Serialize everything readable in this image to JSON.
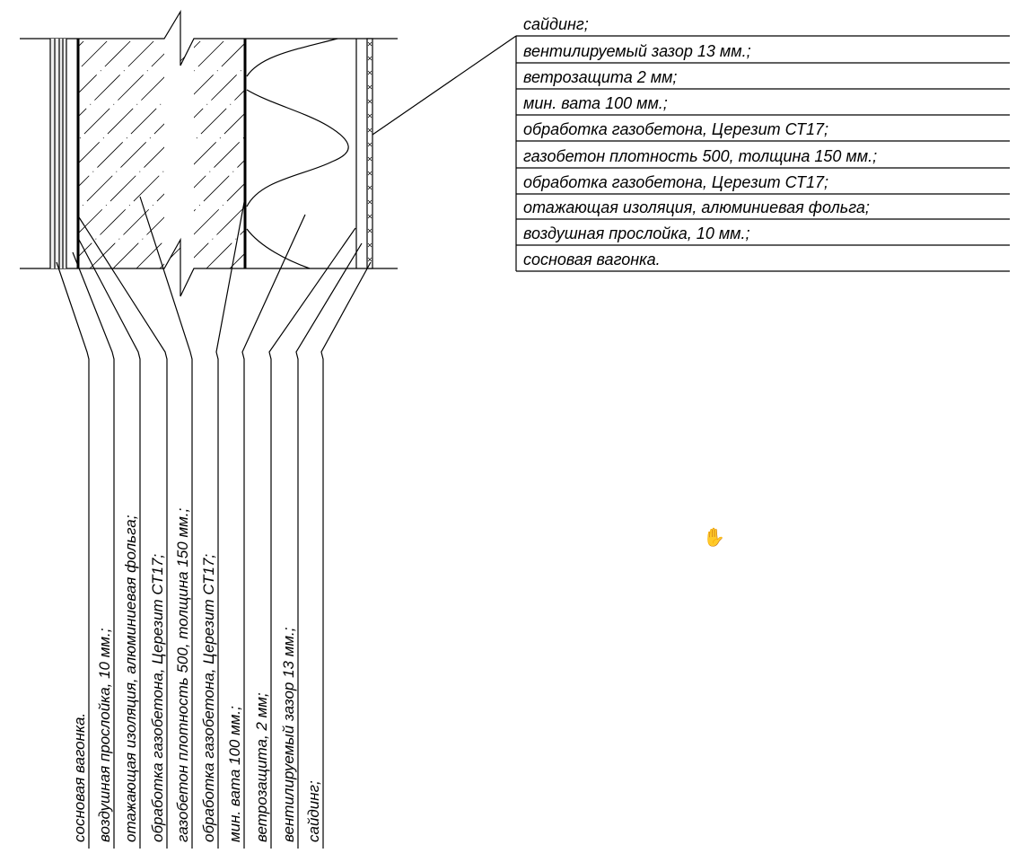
{
  "table_labels": [
    "сайдинг;",
    "вентилируемый зазор 13 мм.;",
    "ветрозащита 2 мм;",
    "мин. вата 100 мм.;",
    "обработка газобетона, Церезит СТ17;",
    "газобетон плотность 500, толщина 150 мм.;",
    "обработка газобетона, Церезит СТ17;",
    "отажающая изоляция, алюминиевая фольга;",
    "воздушная прослойка, 10 мм.;",
    "сосновая вагонка."
  ],
  "vertical_labels": [
    "сосновая вагонка.",
    "воздушная прослойка, 10 мм.;",
    "отажающая изоляция, алюминиевая фольга;",
    "обработка газобетона, Церезит СТ17;",
    "газобетон плотность 500, толщина 150 мм.;",
    "обработка газобетона, Церезит СТ17;",
    "мин. вата 100 мм.;",
    "ветрозащита, 2 мм;",
    "вентилируемый зазор 13 мм.;",
    "сайдинг;"
  ],
  "cursor_icon": "hand-cursor-icon"
}
